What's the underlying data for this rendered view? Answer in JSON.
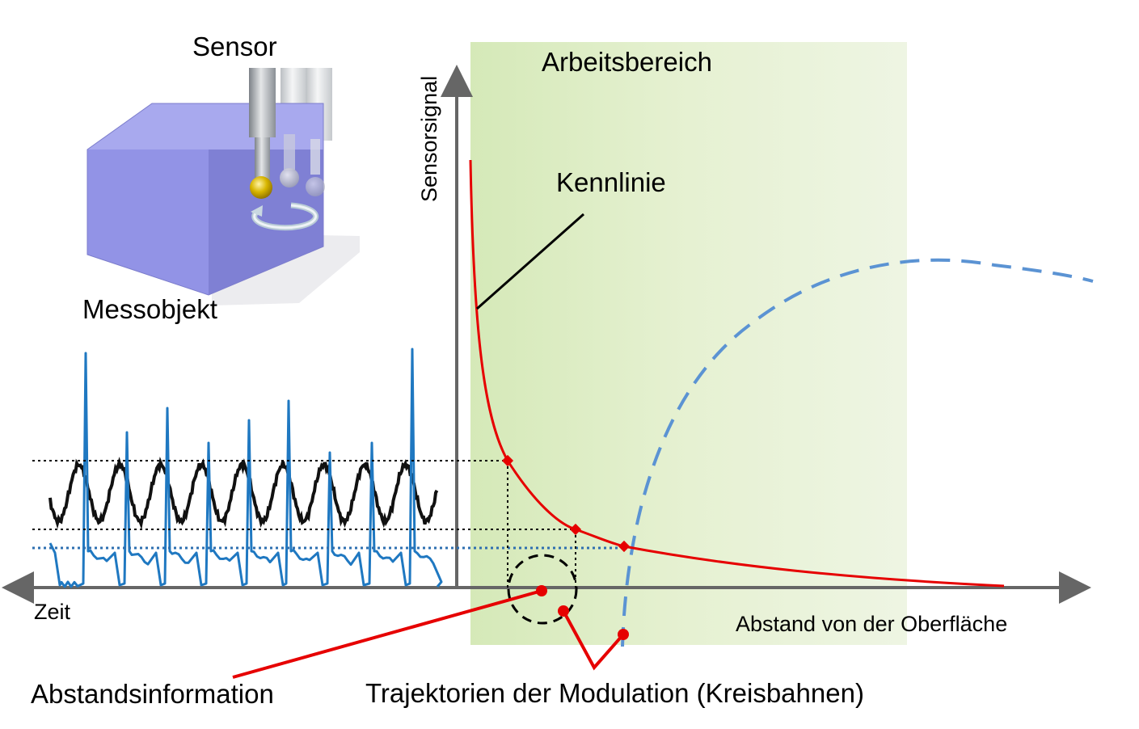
{
  "labels": {
    "sensor": "Sensor",
    "object": "Messobjekt",
    "working_range": "Arbeitsbereich",
    "y_axis": "Sensorsignal",
    "characteristic": "Kennlinie",
    "x_axis": "Abstand von der Oberfläche",
    "time_axis": "Zeit",
    "distance_info": "Abstandsinformation",
    "trajectories": "Trajektorien der Modulation (Kreisbahnen)"
  },
  "colors": {
    "working_range": "#d9ebbf",
    "characteristic": "#e60000",
    "signal_black": "#111111",
    "signal_blue": "#1f78c1",
    "dashed_blue": "#5b93d3",
    "axis": "#666666",
    "object_block": "#8f90e6",
    "probe_ball": "#d8b600"
  },
  "icons": {
    "probe": "sensor-probe-icon",
    "block": "measuring-object-block-icon",
    "rotation": "circular-rotation-arrow-icon"
  }
}
